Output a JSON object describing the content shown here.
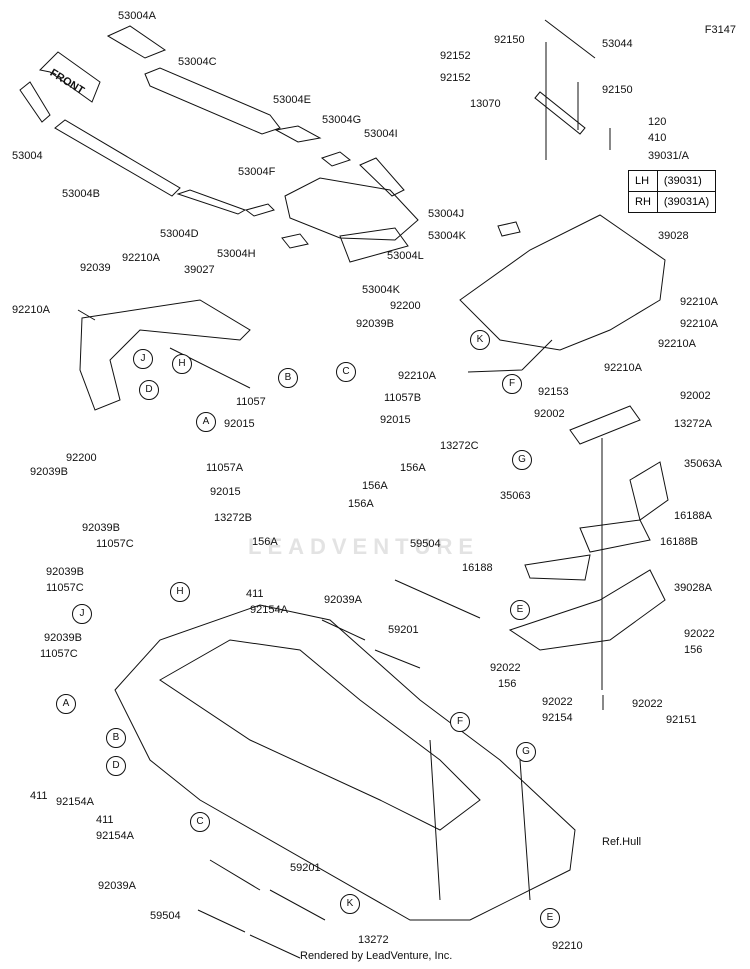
{
  "figure_code": "F3147",
  "front_label": "FRONT",
  "watermark": "LEADVENTURE",
  "footer": "Rendered by LeadVenture, Inc.",
  "lr_table": [
    {
      "side": "LH",
      "part": "(39031)"
    },
    {
      "side": "RH",
      "part": "(39031A)"
    }
  ],
  "part_labels": [
    "53004A",
    "53004C",
    "53004E",
    "53004G",
    "53004I",
    "53004",
    "53004B",
    "53004F",
    "53004D",
    "53004J",
    "53004H",
    "53004K",
    "53004L",
    "53004K",
    "92150",
    "53044",
    "92152",
    "92152",
    "92150",
    "13070",
    "120",
    "410",
    "39031/A",
    "39028",
    "92210A",
    "92210A",
    "92210A",
    "92210A",
    "92210A",
    "92039",
    "92210A",
    "39027",
    "92210A",
    "92200",
    "92039B",
    "92200",
    "92039B",
    "11057",
    "11057B",
    "92015",
    "92015",
    "13272C",
    "11057A",
    "92015",
    "156A",
    "156A",
    "156A",
    "13272B",
    "156A",
    "92153",
    "92002",
    "92002",
    "13272A",
    "35063A",
    "35063",
    "16188A",
    "16188B",
    "16188",
    "39028A",
    "59504",
    "92039A",
    "59201",
    "92022",
    "156",
    "92022",
    "156",
    "92022",
    "92154",
    "92022",
    "92151",
    "92039B",
    "11057C",
    "92039B",
    "11057C",
    "92039B",
    "11057C",
    "411",
    "92154A",
    "411",
    "92154A",
    "411",
    "92154A",
    "92039A",
    "59201",
    "59504",
    "13272",
    "92210",
    "Ref.Hull"
  ],
  "callouts": [
    "J",
    "H",
    "D",
    "B",
    "C",
    "A",
    "K",
    "F",
    "G",
    "E",
    "H",
    "J",
    "A",
    "B",
    "D",
    "C",
    "F",
    "G",
    "E",
    "K"
  ]
}
